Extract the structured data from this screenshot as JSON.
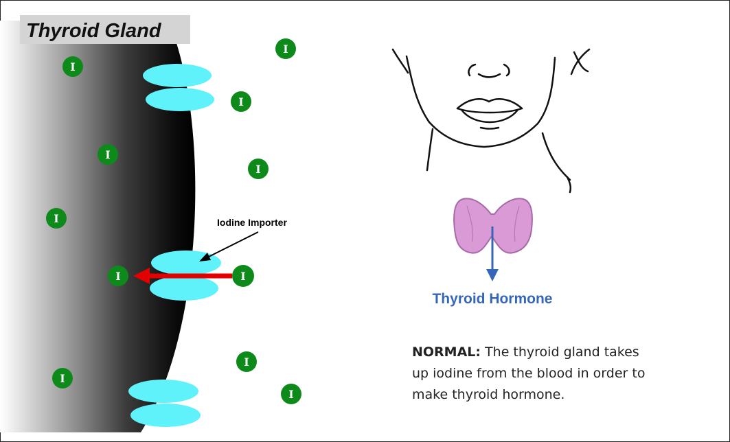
{
  "title": "Thyroid Gland",
  "iodine_symbol": "I",
  "importer_label": "Iodine Importer",
  "hormone_label": "Thyroid Hormone",
  "caption": {
    "lead": "NORMAL:",
    "text": " The thyroid gland takes up iodine from the blood in order to make thyroid hormone."
  },
  "colors": {
    "iodine_green": "#0d8a1a",
    "importer_cyan": "#5ff2fa",
    "arrow_red": "#e20000",
    "gland_pink": "#d99ad6",
    "hormone_blue": "#3566b8"
  }
}
